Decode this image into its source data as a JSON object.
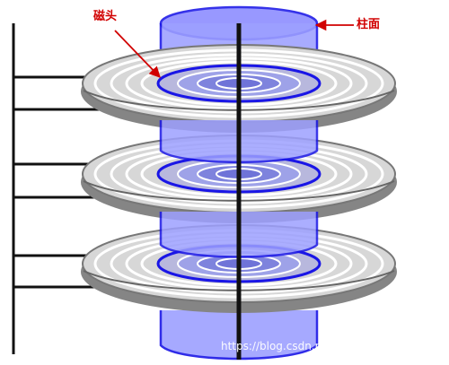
{
  "labels": {
    "head": "磁头",
    "cylinder": "柱面"
  },
  "watermark": "https://blog.csdn.net/weixin_55609944",
  "colors": {
    "label_red": "#d10000",
    "cylinder_fill": "#8a8aff",
    "cylinder_stroke": "#1a16e6",
    "disk_gray": "#7d7d7d",
    "disk_light": "#cfcfcf",
    "hub_fill": "#6f73d8",
    "hub_stroke": "#0d0d0d",
    "arm_dark": "#111111"
  },
  "icons": {
    "head": "arrow-pointer-icon",
    "cylinder": "arrow-left-icon"
  }
}
